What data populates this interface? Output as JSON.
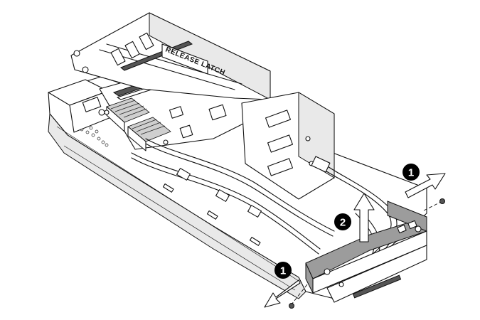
{
  "figure": {
    "label_text": "RELEASE LATCH",
    "callouts": [
      {
        "id": "callout-1-right",
        "number": "1"
      },
      {
        "id": "callout-2",
        "number": "2"
      },
      {
        "id": "callout-1-left",
        "number": "1"
      }
    ],
    "colors": {
      "line": "#111111",
      "fill": "#ffffff",
      "shade": "#9c9c9c",
      "callout": "#000000"
    },
    "icons": [
      "arrow-right-icon",
      "arrow-up-icon",
      "arrow-left-icon"
    ]
  }
}
